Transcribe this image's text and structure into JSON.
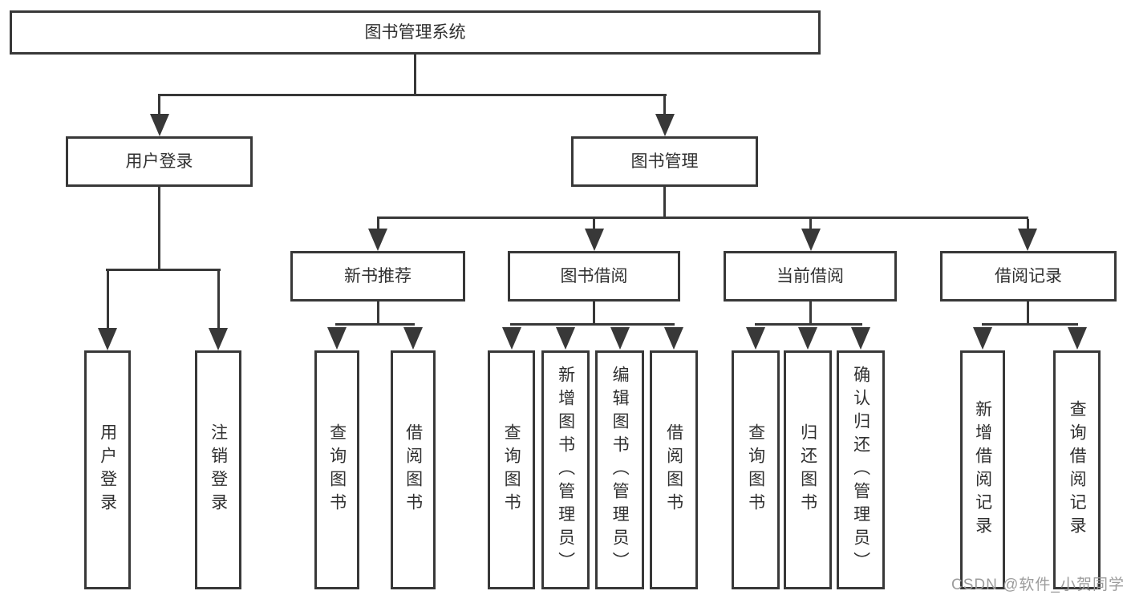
{
  "diagram": {
    "root": {
      "label": "图书管理系统"
    },
    "level2": [
      {
        "label": "用户登录"
      },
      {
        "label": "图书管理"
      }
    ],
    "level3": [
      {
        "label": "新书推荐"
      },
      {
        "label": "图书借阅"
      },
      {
        "label": "当前借阅"
      },
      {
        "label": "借阅记录"
      }
    ],
    "level4": [
      {
        "label": "用户登录"
      },
      {
        "label": "注销登录"
      },
      {
        "label": "查询图书"
      },
      {
        "label": "借阅图书"
      },
      {
        "label": "查询图书"
      },
      {
        "label": "新增图书（管理员）"
      },
      {
        "label": "编辑图书（管理员）"
      },
      {
        "label": "借阅图书"
      },
      {
        "label": "查询图书"
      },
      {
        "label": "归还图书"
      },
      {
        "label": "确认归还（管理员）"
      },
      {
        "label": "新增借阅记录"
      },
      {
        "label": "查询借阅记录"
      }
    ]
  },
  "watermark": {
    "text": "CSDN @软件_小贺同学"
  },
  "colors": {
    "line": "#383838",
    "text": "#303030",
    "watermark": "#9c9c9c",
    "background": "#ffffff"
  }
}
